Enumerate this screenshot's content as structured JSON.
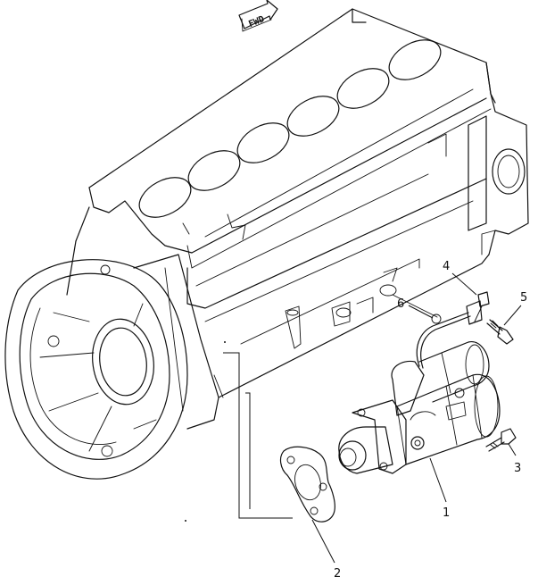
{
  "fwd_label": "FWD",
  "callouts": {
    "c1": "1",
    "c2": "2",
    "c3": "3",
    "c4": "4",
    "c5": "5",
    "c6": "6"
  }
}
